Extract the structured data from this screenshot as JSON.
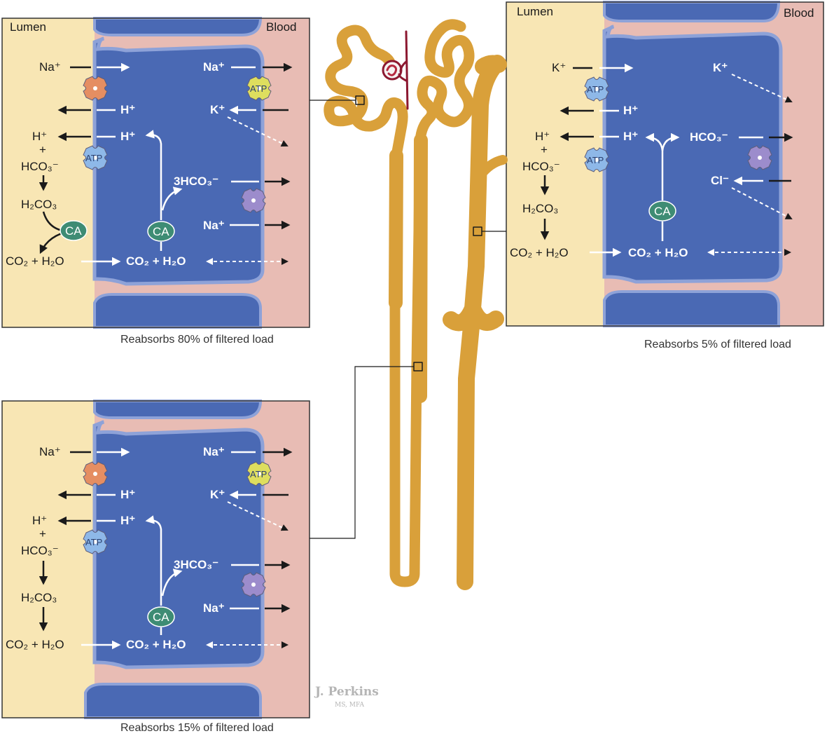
{
  "colors": {
    "lumen": "#f8e6b4",
    "blood": "#e8bcb4",
    "cell": "#4a69b4",
    "membrane": "#8ea2d8",
    "nephron": "#d9a03a",
    "ca": "#3e8c74",
    "antiporter": "#e58e62",
    "atpase_yellow": "#dede5e",
    "atpase_blue": "#8eb8e8",
    "exchanger_purple": "#9c8ccc"
  },
  "panels": {
    "proximal": {
      "lumen_label": "Lumen",
      "blood_label": "Blood",
      "caption": "Reabsorbs 80% of filtered load",
      "na_left": "Na⁺",
      "h_row1": "H⁺",
      "h_lumen": "H⁺",
      "plus": "+",
      "hco3_lumen": "HCO₃⁻",
      "h2co3": "H₂CO₃",
      "ca": "CA",
      "co2_lumen": "CO₂ + H₂O",
      "h_cell": "H⁺",
      "hco3_cell": "3HCO₃⁻",
      "co2_cell": "CO₂ + H₂O",
      "na_blood": "Na⁺",
      "k_blood": "K⁺",
      "na_cotransport": "Na⁺",
      "atp": "ATP"
    },
    "loop": {
      "caption": "Reabsorbs 15% of filtered load",
      "na_left": "Na⁺",
      "h_row1": "H⁺",
      "h_lumen": "H⁺",
      "plus": "+",
      "hco3_lumen": "HCO₃⁻",
      "h2co3": "H₂CO₃",
      "ca": "CA",
      "co2_lumen": "CO₂ + H₂O",
      "h_cell": "H⁺",
      "hco3_cell": "3HCO₃⁻",
      "co2_cell": "CO₂ + H₂O",
      "na_blood": "Na⁺",
      "k_blood": "K⁺",
      "na_cotransport": "Na⁺",
      "atp": "ATP"
    },
    "collecting": {
      "lumen_label": "Lumen",
      "blood_label": "Blood",
      "caption": "Reabsorbs 5% of filtered load",
      "k_left": "K⁺",
      "h_row1": "H⁺",
      "h_lumen": "H⁺",
      "plus": "+",
      "hco3_lumen": "HCO₃⁻",
      "h2co3": "H₂CO₃",
      "co2_lumen": "CO₂ + H₂O",
      "h_cell": "H⁺",
      "hco3_cell": "HCO₃⁻",
      "ca": "CA",
      "co2_cell": "CO₂ + H₂O",
      "k_blood": "K⁺",
      "cl_blood": "Cl⁻",
      "atp": "ATP"
    }
  },
  "signature": {
    "name": "J. Perkins",
    "credentials": "MS, MFA"
  }
}
